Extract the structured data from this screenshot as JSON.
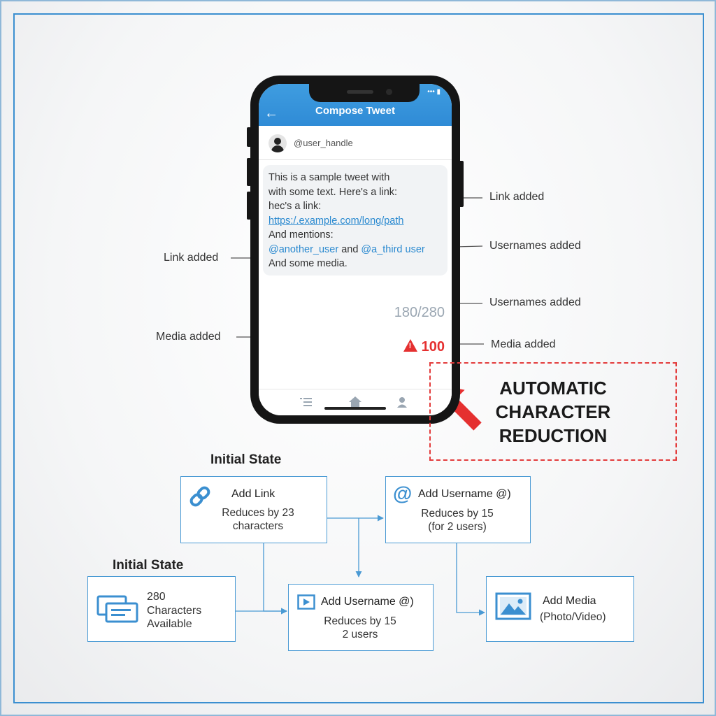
{
  "phone": {
    "status": "••• ▮",
    "header_title": "Compose Tweet",
    "back_icon": "←",
    "handle": "@user_handle",
    "tweet": {
      "line1": "This is a sample tweet with",
      "line2": "with some text. Here's a link:",
      "line3": "hec's a link:",
      "link": "https:/.example.com/long/path",
      "line5": "And mentions:",
      "mention1": "@another_user",
      "and": " and ",
      "mention2": "@a_third user",
      "line7": "And some media."
    },
    "counter": "180/280",
    "warning_count": "100"
  },
  "annotations": {
    "link_added_right": "Link added",
    "usernames_added_1": "Usernames added",
    "link_added_left": "Link added",
    "usernames_added_2": "Usernames added",
    "media_added_left": "Media added",
    "media_added_right": "Media added"
  },
  "callout": {
    "line1": "AUTOMATIC",
    "line2": "CHARACTER",
    "line3": "REDUCTION"
  },
  "flow": {
    "initial_state_top": "Initial State",
    "initial_state_left": "Initial State",
    "add_link": {
      "title": "Add Link",
      "desc1": "Reduces by 23",
      "desc2": "characters"
    },
    "add_username_top": {
      "title": "Add Username @)",
      "desc1": "Reduces by 15",
      "desc2": "(for 2 users)"
    },
    "initial": {
      "line1": "280",
      "line2": "Characters",
      "line3": "Available"
    },
    "add_username_mid": {
      "title": "Add Username @)",
      "desc1": "Reduces by 15",
      "desc2": "2 users"
    },
    "add_media": {
      "title": "Add Media",
      "desc": "(Photo/Video)"
    }
  },
  "colors": {
    "accent_blue": "#3b8fd0",
    "header_blue": "#3f9de0",
    "warning_red": "#e53030",
    "callout_red": "#e33b3b"
  }
}
